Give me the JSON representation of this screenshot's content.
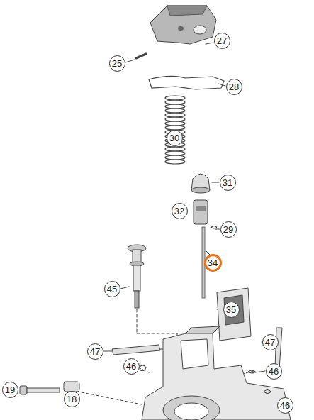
{
  "diagram": {
    "nodes": [
      {
        "text": [
          "27"
        ]
      },
      {
        "text": [
          "25"
        ]
      },
      {
        "text": [
          "28"
        ]
      },
      {
        "text": [
          "30"
        ]
      },
      {
        "text": [
          "31"
        ]
      },
      {
        "text": [
          "32"
        ]
      },
      {
        "text": [
          "29"
        ]
      },
      {
        "text": [
          "45"
        ]
      },
      {
        "text": [
          "34"
        ]
      },
      {
        "text": [
          "35"
        ]
      },
      {
        "text": [
          "47"
        ]
      },
      {
        "text": [
          "47"
        ]
      },
      {
        "text": [
          "46"
        ]
      },
      {
        "text": [
          "46"
        ]
      },
      {
        "text": [
          "19"
        ]
      },
      {
        "text": [
          "18"
        ]
      },
      {
        "text": [
          "46"
        ]
      }
    ]
  }
}
